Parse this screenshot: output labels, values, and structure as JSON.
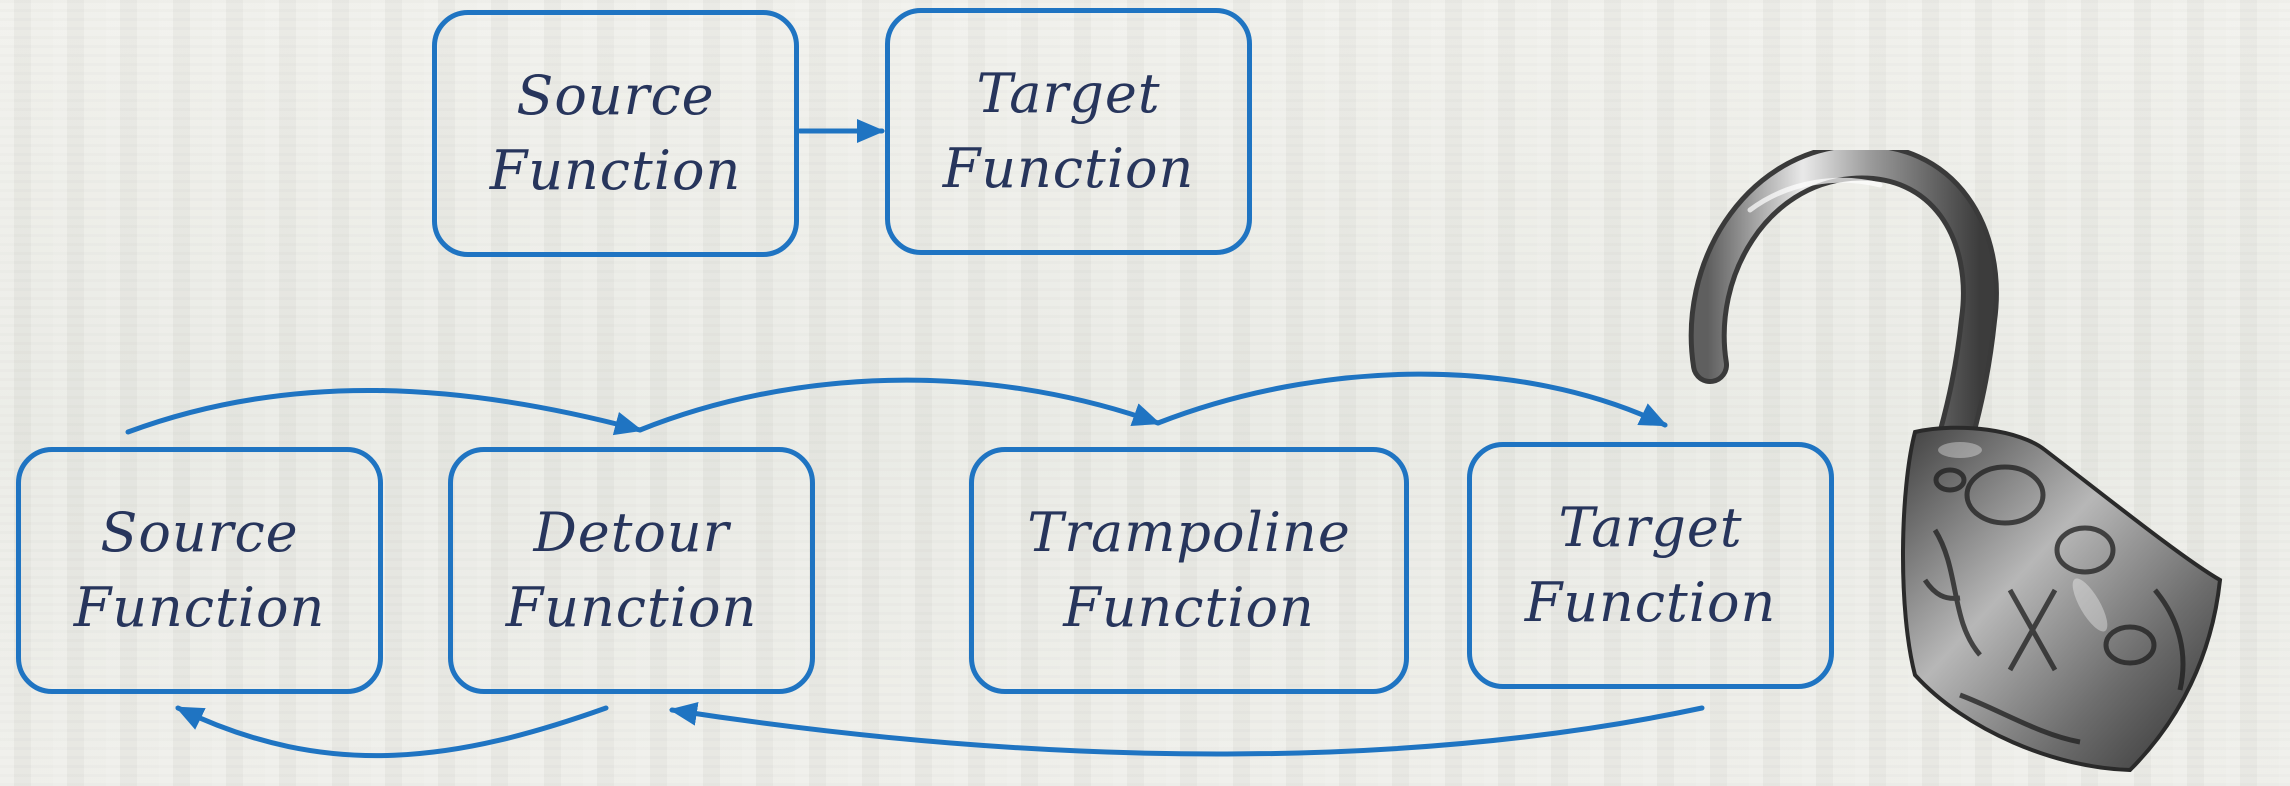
{
  "colors": {
    "accent": "#1f74c2",
    "text": "#27355c",
    "background": "#ebebe6"
  },
  "diagram": {
    "top_row": [
      {
        "line1": "Source",
        "line2": "Function"
      },
      {
        "line1": "Target",
        "line2": "Function"
      }
    ],
    "bottom_row": [
      {
        "line1": "Source",
        "line2": "Function"
      },
      {
        "line1": "Detour",
        "line2": "Function"
      },
      {
        "line1": "Trampoline",
        "line2": "Function"
      },
      {
        "line1": "Target",
        "line2": "Function"
      }
    ]
  },
  "illustration": {
    "icon": "pirate-hook-icon"
  }
}
